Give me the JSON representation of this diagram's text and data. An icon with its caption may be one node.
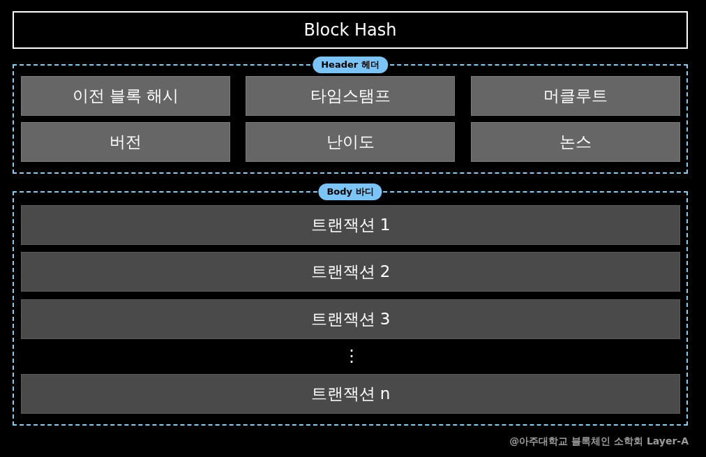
{
  "diagram": {
    "nodes": [
      {
        "text": [
          "Block Hash"
        ]
      },
      {
        "text": [
          "Header 헤더"
        ]
      },
      {
        "text": [
          "이전 블록 해시"
        ],
        "in": 1
      },
      {
        "text": [
          "타임스탬프"
        ],
        "in": 1
      },
      {
        "text": [
          "머클루트"
        ],
        "in": 1
      },
      {
        "text": [
          "버전"
        ],
        "in": 1
      },
      {
        "text": [
          "난이도"
        ],
        "in": 1
      },
      {
        "text": [
          "논스"
        ],
        "in": 1
      },
      {
        "text": [
          "Body 바디"
        ]
      },
      {
        "text": [
          "트랜잭션 1"
        ],
        "in": 8
      },
      {
        "text": [
          "트랜잭션 2"
        ],
        "in": 8
      },
      {
        "text": [
          "트랜잭션 3"
        ],
        "in": 8
      },
      {
        "text": [
          "트랜잭션 n"
        ],
        "in": 8
      }
    ],
    "labels": [
      "⋮",
      "@아주대학교 블록체인 소학회 Layer-A"
    ]
  }
}
